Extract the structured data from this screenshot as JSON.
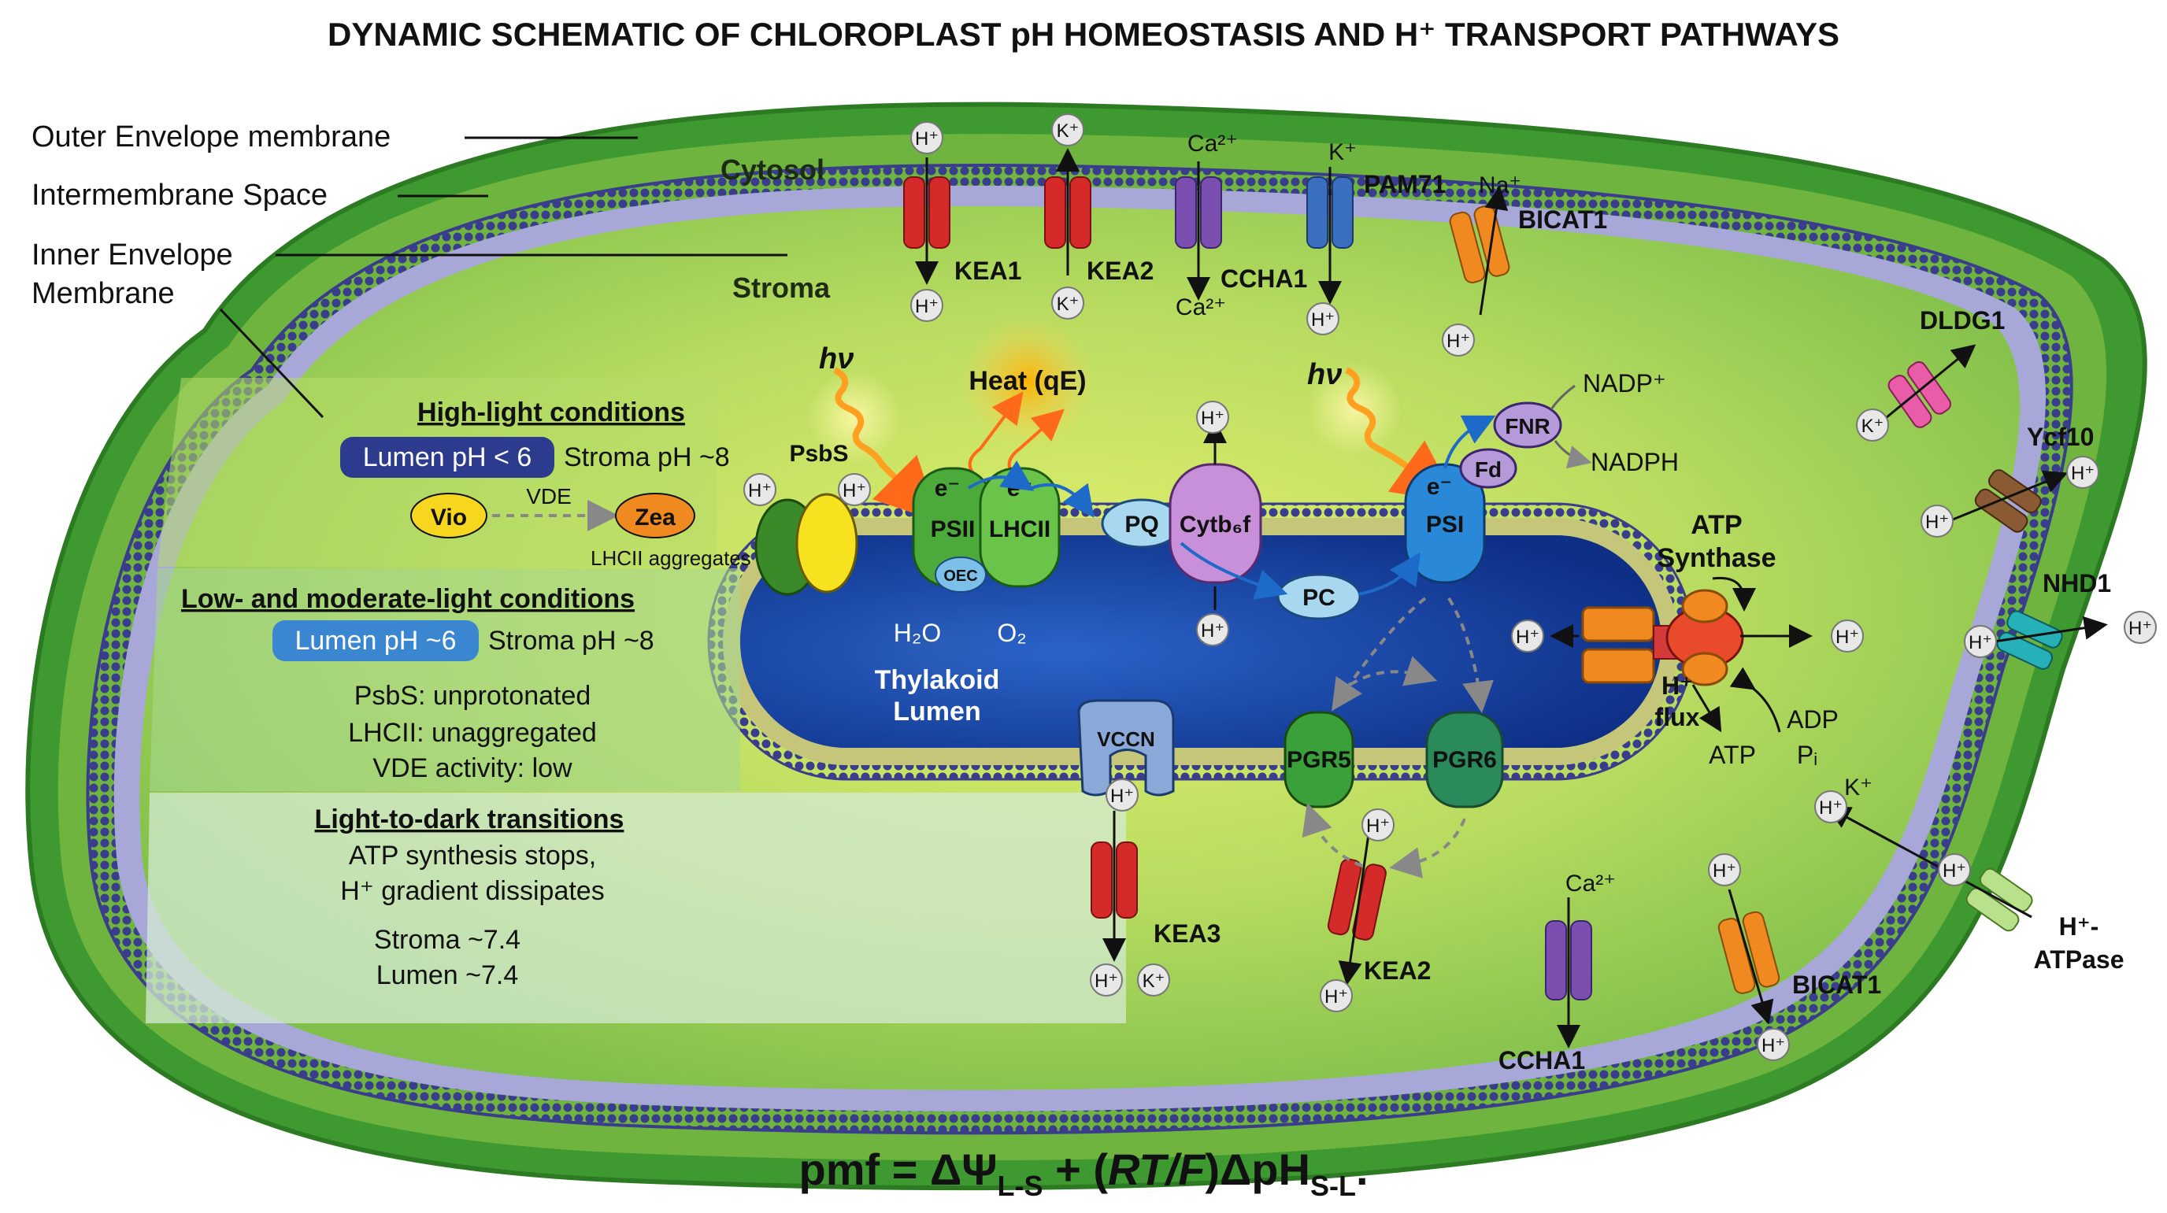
{
  "title": "DYNAMIC SCHEMATIC OF CHLOROPLAST pH HOMEOSTASIS AND H⁺ TRANSPORT PATHWAYS",
  "labels": {
    "outer_envelope": "Outer Envelope membrane",
    "intermembrane": "Intermembrane Space",
    "inner_envelope_1": "Inner Envelope",
    "inner_envelope_2": "Membrane",
    "cytosol": "Cytosol",
    "stroma": "Stroma",
    "lumen_1": "Thylakoid",
    "lumen_2": "Lumen"
  },
  "ions": {
    "h": "H⁺",
    "k": "K⁺",
    "ca": "Ca²⁺",
    "na": "Na⁺",
    "e": "e⁻",
    "hv": "hν",
    "h2o": "H₂O",
    "o2": "O₂",
    "nadp": "NADP⁺",
    "nadph": "NADPH",
    "atp": "ATP",
    "adp": "ADP",
    "pi": "Pᵢ",
    "heat": "Heat (qE)",
    "flux_1": "H⁺",
    "flux_2": "flux"
  },
  "transporters": {
    "kea1": "KEA1",
    "kea2_top": "KEA2",
    "ccha1_top": "CCHA1",
    "pam71": "PAM71",
    "bicat1_top": "BICAT1",
    "dldg1": "DLDG1",
    "ycf10": "Ycf10",
    "nhd1": "NHD1",
    "h_atpase_1": "H⁺-",
    "h_atpase_2": "ATPase",
    "kea3": "KEA3",
    "kea2_bottom": "KEA2",
    "ccha1_bottom": "CCHA1",
    "bicat1_bottom": "BICAT1",
    "atp_synthase_1": "ATP",
    "atp_synthase_2": "Synthase"
  },
  "complexes": {
    "psbs": "PsbS",
    "psii": "PSII",
    "lhcii": "LHCII",
    "oec": "OEC",
    "pq": "PQ",
    "cytb6f": "Cytb₆f",
    "pc": "PC",
    "psi": "PSI",
    "fnr": "FNR",
    "fd": "Fd",
    "pgr5": "PGR5",
    "pgr6": "PGR6",
    "vccn": "VCCN"
  },
  "high_light": {
    "heading": "High-light conditions",
    "lumen_ph": "Lumen pH < 6",
    "stroma_ph": "Stroma pH ~8",
    "vio": "Vio",
    "vde": "VDE",
    "zea": "Zea",
    "aggregates": "LHCII aggregates"
  },
  "low_light": {
    "heading": "Low- and moderate-light conditions",
    "lumen_ph": "Lumen pH ~6",
    "stroma_ph": "Stroma pH ~8",
    "line1": "PsbS: unprotonated",
    "line2": "LHCII: unaggregated",
    "line3": "VDE activity: low"
  },
  "dark": {
    "heading": "Light-to-dark transitions",
    "line1": "ATP synthesis stops,",
    "line2": "H⁺ gradient dissipates",
    "line3": "Stroma ~7.4",
    "line4": "Lumen ~7.4"
  },
  "equation": {
    "part1": "pmf = ΔΨ",
    "sub1": "L-S",
    "part2": " + (",
    "rt": "RT",
    "slash": "/",
    "f": "F",
    "part3": ")ΔpH",
    "sub2": "S-L",
    "end": "."
  },
  "colors": {
    "outer_green": "#3e9a30",
    "stroma_green": "#9ccf52",
    "lumen_blue": "#1a47a8",
    "kea_red": "#d42a2a",
    "ccha_purple": "#7b4fb0",
    "pam_blue": "#3a6fc0",
    "bicat_orange": "#f08a20",
    "membrane_bead": "#3a3d8c"
  }
}
